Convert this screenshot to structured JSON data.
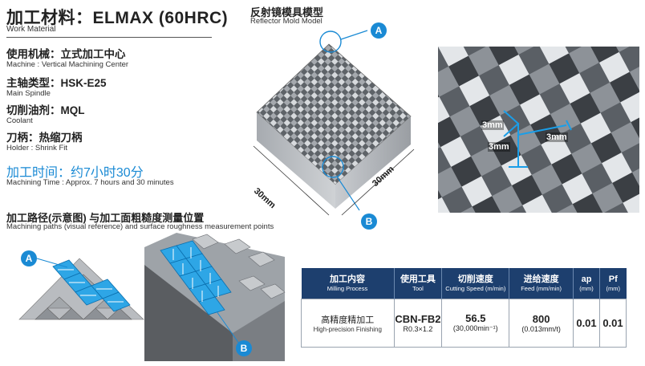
{
  "header": {
    "title_cn": "加工材料：ELMAX (60HRC)",
    "title_en": "Work Material"
  },
  "specs": [
    {
      "cn": "使用机械：立式加工中心",
      "en": "Machine : Vertical Machining Center"
    },
    {
      "cn": "主轴类型：HSK-E25",
      "en": "Main Spindle"
    },
    {
      "cn": "切削油剂：MQL",
      "en": "Coolant"
    },
    {
      "cn": "刀柄：热缩刀柄",
      "en": "Holder : Shrink Fit"
    }
  ],
  "machining_time": {
    "cn": "加工时间：约7小时30分",
    "en": "Machining Time : Approx. 7 hours and 30 minutes"
  },
  "paths": {
    "cn": "加工路径(示意图) 与加工面粗糙度测量位置",
    "en": "Machining paths (visual reference) and surface roughness measurement points"
  },
  "model": {
    "cn": "反射镜模具模型",
    "en": "Reflector Mold Model",
    "dim_left": "30mm",
    "dim_right": "30mm"
  },
  "callouts": {
    "a": "A",
    "b": "B"
  },
  "detail": {
    "dim1": "3mm",
    "dim2": "3mm",
    "dim3": "3mm"
  },
  "table": {
    "headers": [
      {
        "cn": "加工内容",
        "en": "Milling Process"
      },
      {
        "cn": "使用工具",
        "en": "Tool"
      },
      {
        "cn": "切削速度",
        "en": "Cutting Speed (m/min)"
      },
      {
        "cn": "进给速度",
        "en": "Feed (mm/min)"
      },
      {
        "cn": "ap",
        "en": "(mm)"
      },
      {
        "cn": "Pf",
        "en": "(mm)"
      }
    ],
    "row": {
      "process_cn": "高精度精加工",
      "process_en": "High-precision Finishing",
      "tool": "CBN-FB2",
      "tool_size": "R0.3×1.2",
      "speed": "56.5",
      "speed_rpm": "(30,000min⁻¹)",
      "feed": "800",
      "feed_per_tooth": "(0.013mm/t)",
      "ap": "0.01",
      "pf": "0.01"
    }
  },
  "colors": {
    "accent": "#1a8ad4",
    "table_header": "#1d3f6e"
  }
}
